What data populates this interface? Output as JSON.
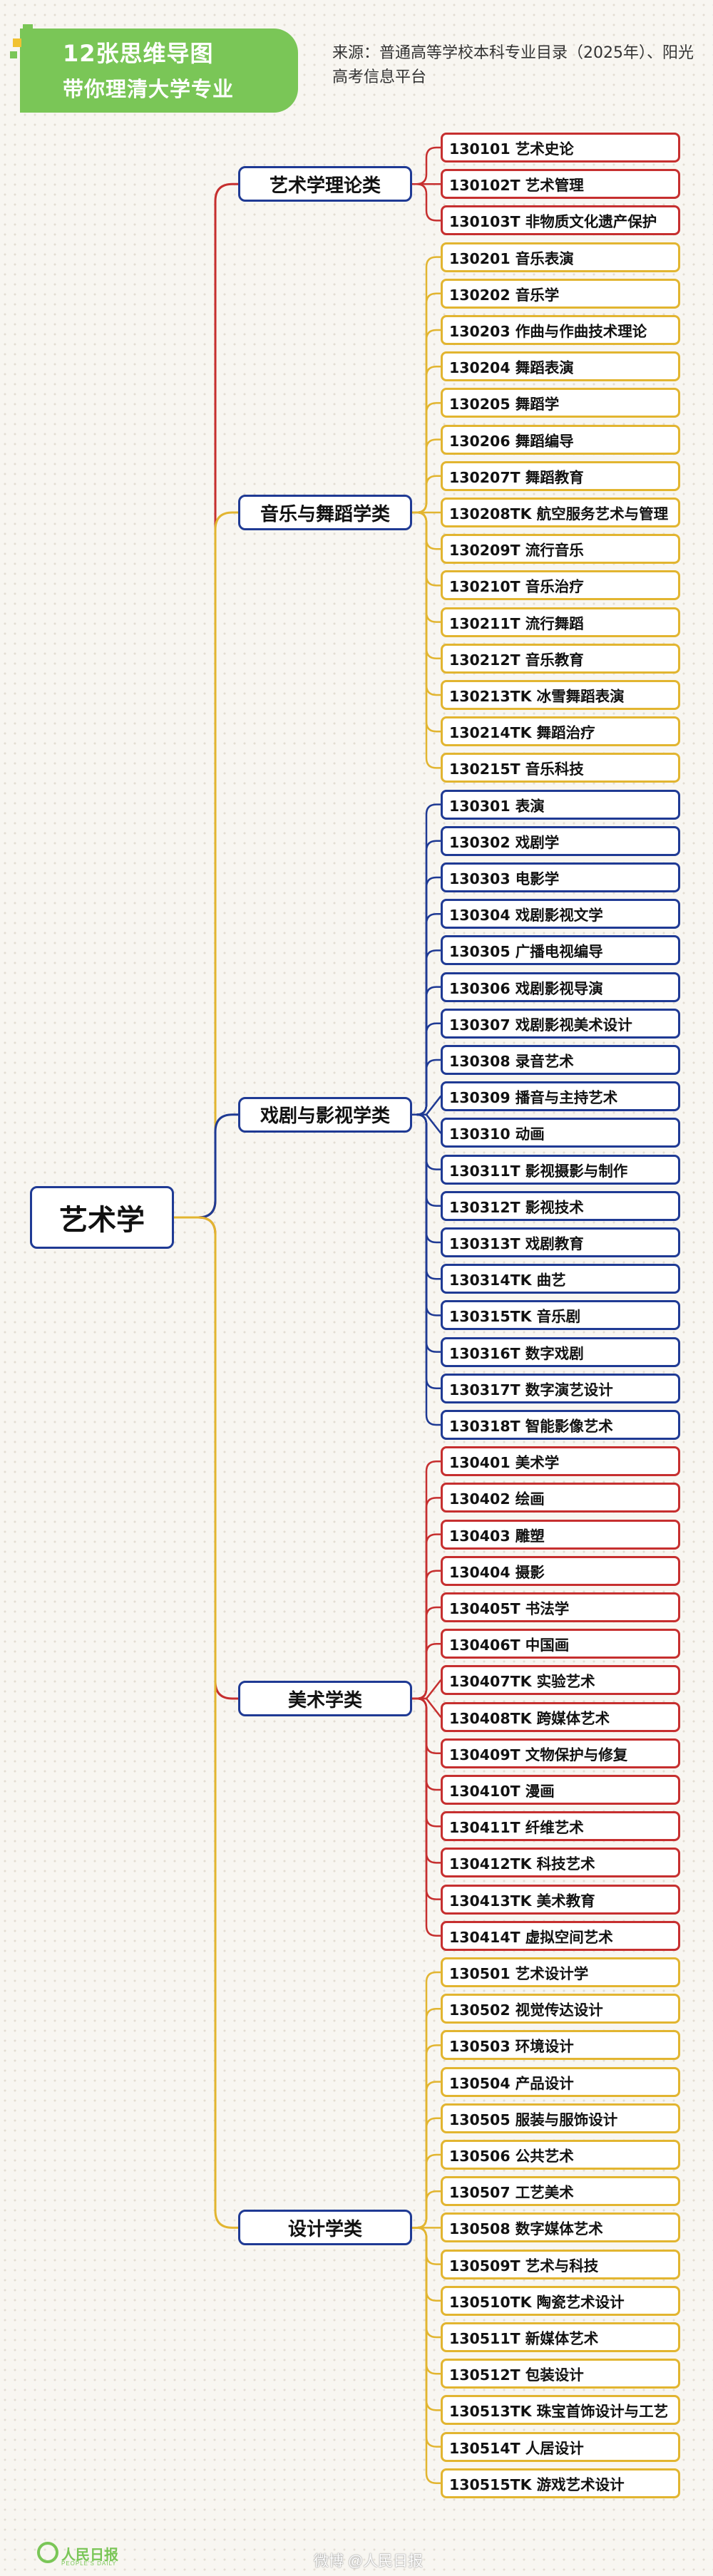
{
  "header": {
    "title_line1": "12张思维导图",
    "title_line2": "带你理清大学专业",
    "source": "来源：普通高等学校本科专业目录（2025年）、阳光高考信息平台",
    "accent": "#7ac657"
  },
  "mindmap": {
    "root": "艺术学",
    "categories": [
      {
        "name": "艺术学理论类",
        "color": "#c62f2f",
        "majors": [
          "130101 艺术史论",
          "130102T 艺术管理",
          "130103T 非物质文化遗产保护"
        ]
      },
      {
        "name": "音乐与舞蹈学类",
        "color": "#e2b530",
        "majors": [
          "130201 音乐表演",
          "130202 音乐学",
          "130203 作曲与作曲技术理论",
          "130204 舞蹈表演",
          "130205 舞蹈学",
          "130206 舞蹈编导",
          "130207T 舞蹈教育",
          "130208TK 航空服务艺术与管理",
          "130209T 流行音乐",
          "130210T 音乐治疗",
          "130211T 流行舞蹈",
          "130212T 音乐教育",
          "130213TK 冰雪舞蹈表演",
          "130214TK 舞蹈治疗",
          "130215T 音乐科技"
        ]
      },
      {
        "name": "戏剧与影视学类",
        "color": "#1f3a94",
        "majors": [
          "130301 表演",
          "130302 戏剧学",
          "130303 电影学",
          "130304 戏剧影视文学",
          "130305 广播电视编导",
          "130306 戏剧影视导演",
          "130307 戏剧影视美术设计",
          "130308 录音艺术",
          "130309 播音与主持艺术",
          "130310 动画",
          "130311T 影视摄影与制作",
          "130312T 影视技术",
          "130313T 戏剧教育",
          "130314TK 曲艺",
          "130315TK 音乐剧",
          "130316T 数字戏剧",
          "130317T 数字演艺设计",
          "130318T 智能影像艺术"
        ]
      },
      {
        "name": "美术学类",
        "color": "#c62f2f",
        "majors": [
          "130401 美术学",
          "130402 绘画",
          "130403 雕塑",
          "130404 摄影",
          "130405T 书法学",
          "130406T 中国画",
          "130407TK 实验艺术",
          "130408TK 跨媒体艺术",
          "130409T 文物保护与修复",
          "130410T 漫画",
          "130411T 纤维艺术",
          "130412TK 科技艺术",
          "130413TK 美术教育",
          "130414T 虚拟空间艺术"
        ]
      },
      {
        "name": "设计学类",
        "color": "#e2b530",
        "majors": [
          "130501 艺术设计学",
          "130502 视觉传达设计",
          "130503 环境设计",
          "130504 产品设计",
          "130505 服装与服饰设计",
          "130506 公共艺术",
          "130507 工艺美术",
          "130508 数字媒体艺术",
          "130509T 艺术与科技",
          "130510TK 陶瓷艺术设计",
          "130511T 新媒体艺术",
          "130512T 包装设计",
          "130513TK 珠宝首饰设计与工艺",
          "130514T 人居设计",
          "130515TK 游戏艺术设计"
        ]
      }
    ]
  },
  "footer": {
    "logo_text": "人民日报",
    "logo_sub": "PEOPLE'S DAILY",
    "watermark": "微博 @人民日报"
  }
}
